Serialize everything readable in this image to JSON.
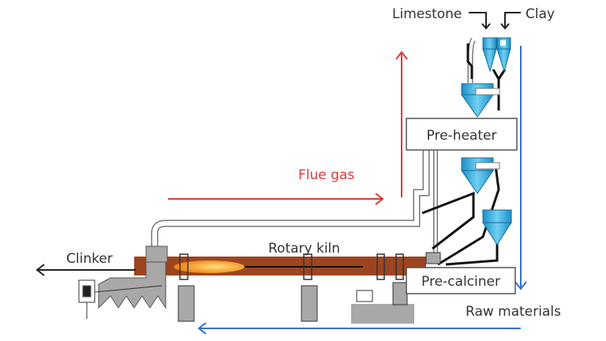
{
  "labels": {
    "limestone": "Limestone",
    "clay": "Clay",
    "pre_heater": "Pre-heater",
    "flue_gas": "Flue gas",
    "rotary_kiln": "Rotary kiln",
    "clinker": "Clinker",
    "pre_calciner": "Pre-calciner",
    "raw_materials": "Raw materials"
  },
  "colors": {
    "flue_gas_arrow": "#e0383a",
    "raw_material_arrow": "#3a6fc8",
    "kiln": "#9c4520",
    "cyclone": "#29a3dc",
    "equipment": "#a8a8a8"
  }
}
